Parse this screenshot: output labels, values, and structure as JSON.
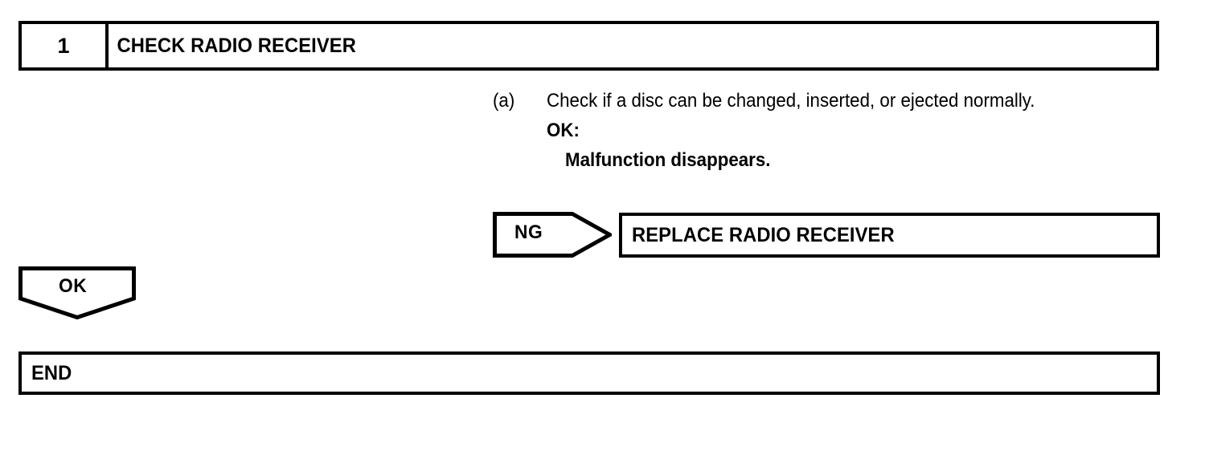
{
  "document": {
    "type": "diagnostic-flowchart",
    "background_color": "#ffffff",
    "line_color": "#000000"
  },
  "step": {
    "number": "1",
    "title": "CHECK RADIO RECEIVER"
  },
  "procedure": {
    "marker": "(a)",
    "text": "Check if a disc can be changed, inserted, or ejected normally.",
    "result_label": "OK:",
    "result_value": "Malfunction disappears."
  },
  "branches": {
    "ng": {
      "label": "NG",
      "target": "REPLACE RADIO RECEIVER"
    },
    "ok": {
      "label": "OK",
      "target": "END"
    }
  },
  "terminal": {
    "label": "END"
  }
}
